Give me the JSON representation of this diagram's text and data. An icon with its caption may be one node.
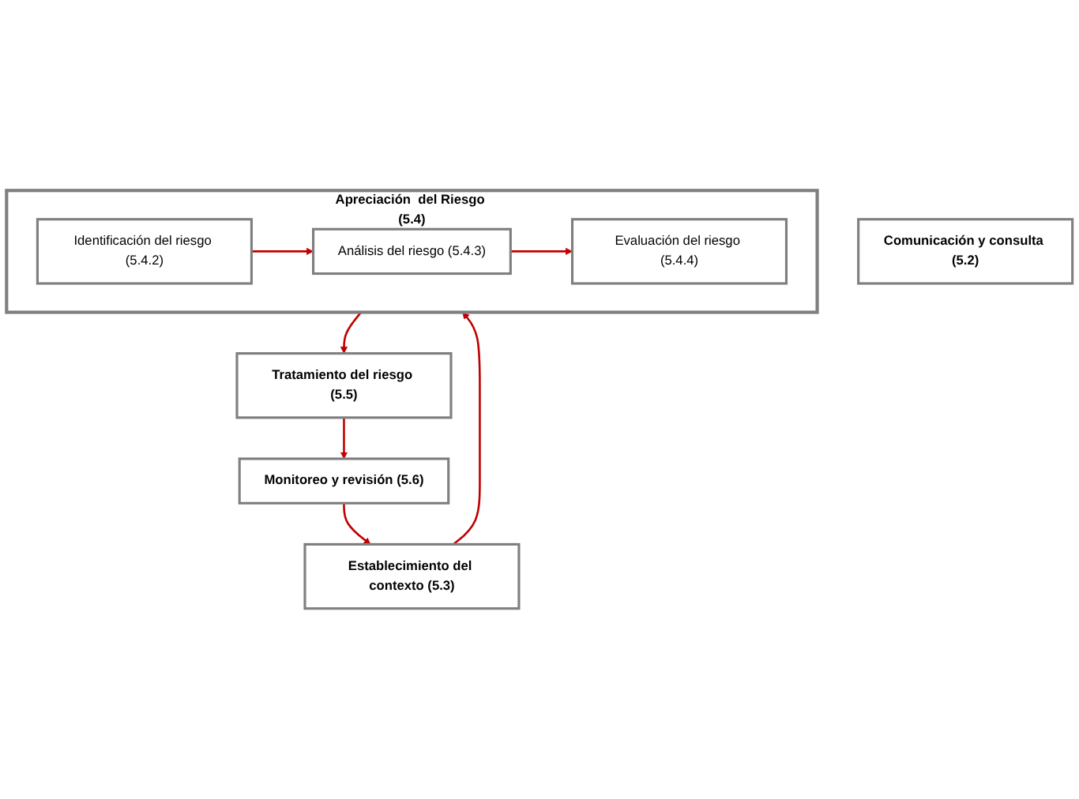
{
  "diagram": {
    "nodes": [
      {
        "text": [
          "Comunicación y consulta (5.2)"
        ]
      },
      {
        "text": [
          "Establecimiento del contexto (5.3)"
        ]
      },
      {
        "text": [
          "Apreciación  del Riesgo (5.4)"
        ]
      },
      {
        "text": [
          "Identificación del riesgo (5.4.2)"
        ],
        "in": 2
      },
      {
        "text": [
          "Análisis del riesgo (5.4.3)"
        ],
        "in": 2
      },
      {
        "text": [
          "Evaluación del riesgo (5.4.4)"
        ],
        "in": 2
      },
      {
        "text": [
          "Tratamiento del riesgo (5.5)"
        ]
      },
      {
        "text": [
          "Monitoreo y revisión (5.6)"
        ]
      }
    ],
    "edges": [
      {
        "from": 7,
        "to": 1,
        "arrow": "to"
      },
      {
        "from": 1,
        "to": 2,
        "arrow": "to"
      },
      {
        "from": 3,
        "to": 4,
        "arrow": "to"
      },
      {
        "from": 4,
        "to": 5,
        "arrow": "to"
      },
      {
        "from": 2,
        "to": 6,
        "arrow": "to"
      },
      {
        "from": 6,
        "to": 7,
        "arrow": "to"
      }
    ]
  }
}
